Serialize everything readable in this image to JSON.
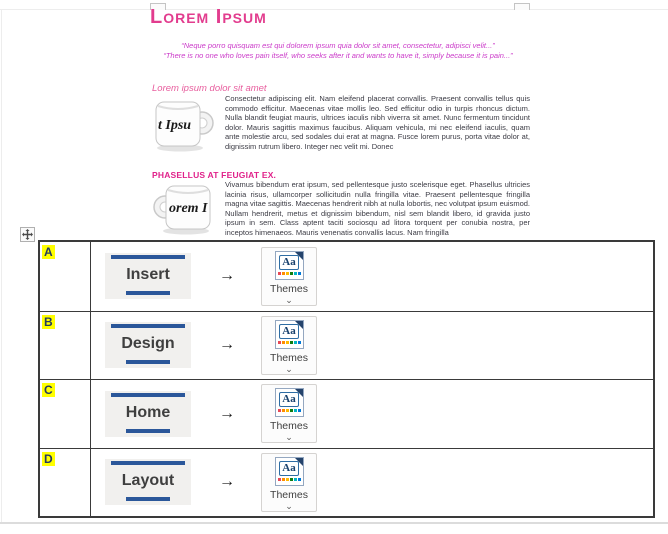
{
  "document": {
    "title": "Lorem Ipsum",
    "quote1": "“Neque porro quisquam est qui dolorem ipsum quia dolor sit amet, consectetur, adipisci velit...”",
    "quote2": "“There is no one who loves pain itself, who seeks after it and wants to have it, simply because it is pain...”",
    "section1": {
      "heading": "Lorem ipsum dolor sit amet",
      "mug_text": "t Ipsu",
      "body": "Consectetur adipiscing elit. Nam eleifend placerat convallis. Praesent convallis tellus quis commodo efficitur. Maecenas vitae mollis leo. Sed efficitur odio in turpis rhoncus dictum. Nulla blandit feugiat mauris, ultrices iaculis nibh viverra sit amet. Nunc fermentum tincidunt dolor. Mauris sagittis maximus faucibus. Aliquam vehicula, mi nec eleifend iaculis, quam ante molestie arcu, sed sodales dui erat at magna. Fusce lorem purus, porta vitae dolor at, dignissim rutrum libero. Integer nec velit mi. Donec"
    },
    "section2": {
      "heading": "PHASELLUS AT FEUGIAT EX.",
      "mug_text": "orem I",
      "body": "Vivamus bibendum erat ipsum, sed pellentesque justo scelerisque eget. Phasellus ultricies lacinia risus, ullamcorper sollicitudin nulla fringilla vitae. Praesent pellentesque fringilla magna vitae sagittis. Maecenas hendrerit nibh at nulla lobortis, nec volutpat ipsum euismod. Nullam hendrerit, metus et dignissim bibendum, nisl sem blandit libero, id gravida justo ipsum in sem. Class aptent taciti sociosqu ad litora torquent per conubia nostra, per inceptos himenaeos. Mauris venenatis convallis lacus. Nam fringilla"
    }
  },
  "table": {
    "arrow_glyph": "→",
    "themes": {
      "icon_text": "Aa",
      "label": "Themes",
      "chevron": "⌄"
    },
    "rows": [
      {
        "letter": "A",
        "tab_label": "Insert"
      },
      {
        "letter": "B",
        "tab_label": "Design"
      },
      {
        "letter": "C",
        "tab_label": "Home"
      },
      {
        "letter": "D",
        "tab_label": "Layout"
      }
    ]
  },
  "colors": {
    "title_pink": "#e23c8e",
    "quote_magenta": "#cb3ac9",
    "heading1_pink": "#e85e9e",
    "heading2_pink": "#e0218a",
    "body_text": "#3b3b44",
    "accent_blue": "#2b579a",
    "tab_label_gray": "#3f3f3f",
    "highlight_yellow": "#ffff00",
    "letter_navy": "#233a63",
    "theme_dots": [
      "#e74856",
      "#ff8c00",
      "#ffb900",
      "#107c10",
      "#00b7c3",
      "#0078d7"
    ]
  }
}
